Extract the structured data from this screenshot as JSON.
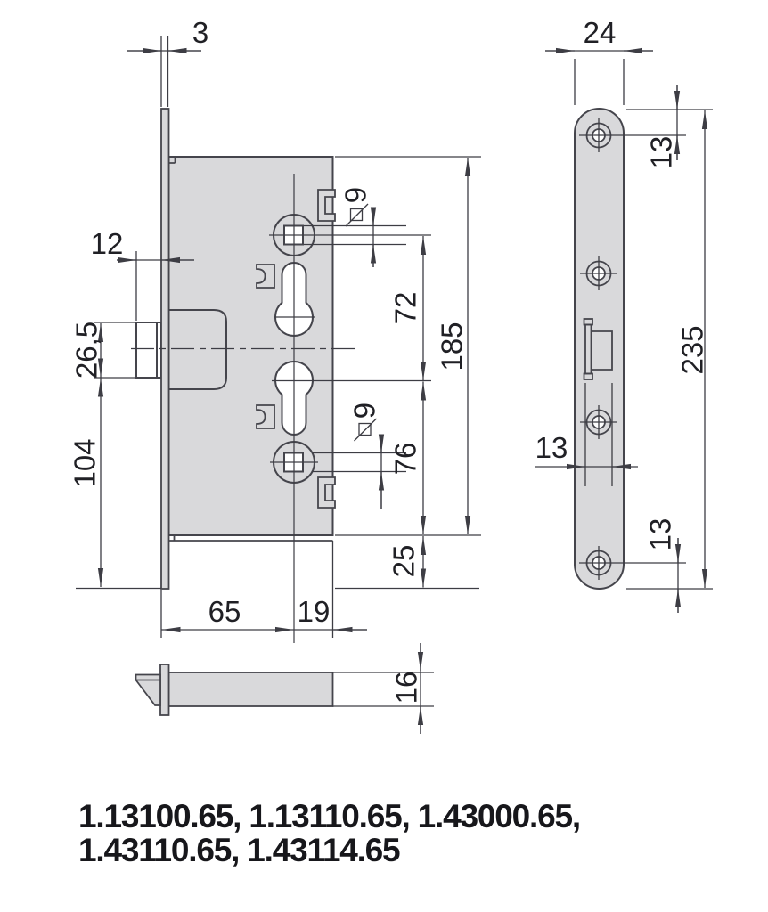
{
  "drawing": {
    "type": "technical-drawing",
    "subject": "mortise fire-door lock, dimensioned views (mm)",
    "colors": {
      "background": "#ffffff",
      "line": "#45454c",
      "fill_gray": "#d9d9db",
      "text": "#202025"
    },
    "dims": {
      "faceplate_thickness": "3",
      "latch_projection": "12",
      "latch_height": "26,5",
      "latch_to_plate_end": "104",
      "handle_to_cylinder": "72",
      "case_height": "185",
      "cylinder_to_case_bottom": "76",
      "case_bottom_to_plate_end": "25",
      "backset": "65",
      "center_to_case_back": "19",
      "case_thickness": "16",
      "spindle_square_top": "9",
      "spindle_square_bottom": "9",
      "plate_width": "24",
      "plate_end_to_hole_top": "13",
      "latch_window_width": "13",
      "plate_end_to_hole_bottom": "13",
      "plate_length": "235"
    },
    "part_codes": {
      "line1": "1.13100.65, 1.13110.65, 1.43000.65,",
      "line2": "1.43110.65, 1.43114.65"
    }
  }
}
